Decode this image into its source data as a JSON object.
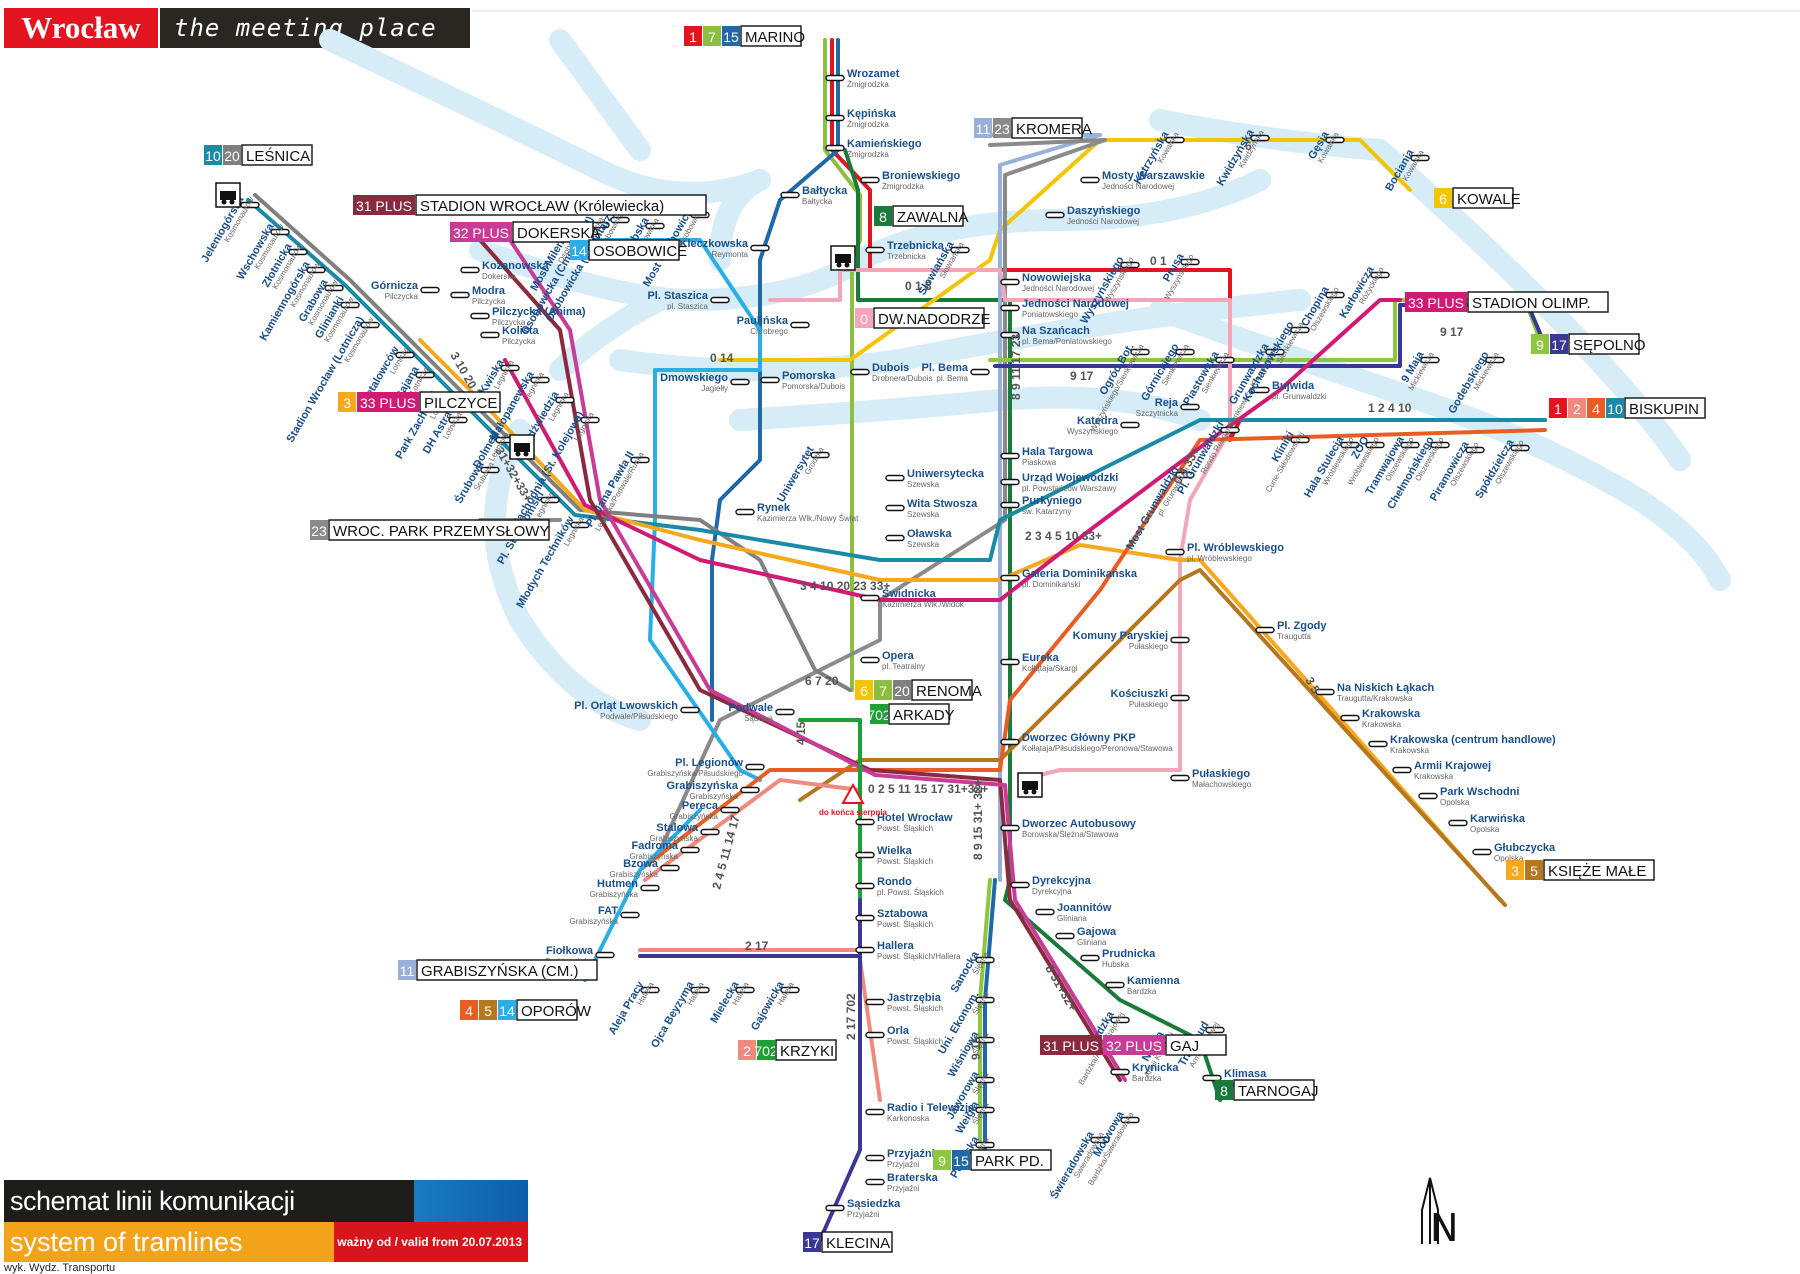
{
  "header": {
    "brand": "Wrocław",
    "slogan": "the meeting place"
  },
  "legend": {
    "title": "schemat linii komunikacji tramwajowej",
    "subtitle": "system of tramlines",
    "valid": "ważny od / valid from 20.07.2013",
    "credit": "wyk. Wydz. Transportu",
    "north": "N"
  },
  "colors": {
    "1": "#e1141f",
    "2": "#f08a7e",
    "3": "#f7a81d",
    "4": "#e85d24",
    "5": "#b5781e",
    "6": "#f2c500",
    "7": "#8cbf3f",
    "8": "#1a7a3a",
    "9": "#8dc63f",
    "10": "#1a8ba6",
    "11": "#9ab0d8",
    "14": "#29aee6",
    "15": "#2069a8",
    "17": "#3a3795",
    "20": "#808080",
    "23": "#8a8a8a",
    "0": "#f3a6b9",
    "31": "#8b2a3e",
    "32": "#c83c97",
    "33": "#d01a73",
    "702": "#1da034",
    "bg": "#d6ecf7"
  },
  "termini": [
    {
      "id": "lesnica",
      "name": "LEŚNICA",
      "lines": [
        "10",
        "20"
      ]
    },
    {
      "id": "stadion",
      "name": "STADION WROCŁAW (Królewiecka)",
      "lines": [
        "31 PLUS"
      ]
    },
    {
      "id": "dokerska",
      "name": "DOKERSKA",
      "lines": [
        "32 PLUS"
      ]
    },
    {
      "id": "marino",
      "name": "MARINO",
      "lines": [
        "1",
        "7",
        "15"
      ]
    },
    {
      "id": "osobowice",
      "name": "OSOBOWICE",
      "lines": [
        "14"
      ]
    },
    {
      "id": "kromera",
      "name": "KROMERA",
      "lines": [
        "11",
        "23"
      ]
    },
    {
      "id": "kowale",
      "name": "KOWALE",
      "lines": [
        "6"
      ]
    },
    {
      "id": "zawalna",
      "name": "ZAWALNA",
      "lines": [
        "8"
      ]
    },
    {
      "id": "dwnadodrze",
      "name": "DW.NADODRZE",
      "lines": [
        "0"
      ]
    },
    {
      "id": "stadionolimp",
      "name": "STADION OLIMP.",
      "lines": [
        "33 PLUS"
      ]
    },
    {
      "id": "sepolno",
      "name": "SĘPOLNO",
      "lines": [
        "9",
        "17"
      ]
    },
    {
      "id": "biskupin",
      "name": "BISKUPIN",
      "lines": [
        "1",
        "2",
        "4",
        "10"
      ]
    },
    {
      "id": "pilczyce",
      "name": "PILCZYCE",
      "lines": [
        "3",
        "33 PLUS"
      ]
    },
    {
      "id": "wrocpark",
      "name": "WROC. PARK PRZEMYSŁOWY",
      "lines": [
        "23"
      ]
    },
    {
      "id": "renoma",
      "name": "RENOMA",
      "lines": [
        "6",
        "7",
        "20"
      ]
    },
    {
      "id": "arkady",
      "name": "ARKADY",
      "lines": [
        "702"
      ]
    },
    {
      "id": "ksiezemale",
      "name": "KSIĘŻE MAŁE",
      "lines": [
        "3",
        "5"
      ]
    },
    {
      "id": "grabiszynska",
      "name": "GRABISZYŃSKA (CM.)",
      "lines": [
        "11"
      ]
    },
    {
      "id": "oporow",
      "name": "OPORÓW",
      "lines": [
        "4",
        "5",
        "14"
      ]
    },
    {
      "id": "krzyki",
      "name": "KRZYKI",
      "lines": [
        "2",
        "702"
      ]
    },
    {
      "id": "gaj",
      "name": "GAJ",
      "lines": [
        "31 PLUS",
        "32 PLUS"
      ]
    },
    {
      "id": "tarnogaj",
      "name": "TARNOGAJ",
      "lines": [
        "8"
      ]
    },
    {
      "id": "parkpd",
      "name": "PARK PD.",
      "lines": [
        "9",
        "15"
      ]
    },
    {
      "id": "klecina",
      "name": "KLECINA",
      "lines": [
        "17"
      ]
    }
  ],
  "stops": [
    {
      "name": "Wrozamet",
      "street": "Żmigrodzka"
    },
    {
      "name": "Kępińska",
      "street": "Żmigrodzka"
    },
    {
      "name": "Kamieńskiego",
      "street": "Żmigrodzka"
    },
    {
      "name": "Bałtycka",
      "street": "Bałtycka"
    },
    {
      "name": "Broniewskiego",
      "street": "Żmigrodzka"
    },
    {
      "name": "Kleczkowska",
      "street": "Reymonta"
    },
    {
      "name": "Trzebnicka",
      "street": "Trzebnicka"
    },
    {
      "name": "Słowiańska",
      "street": "Słowiańska"
    },
    {
      "name": "Mosty Warszawskie",
      "street": "Jedności Narodowej"
    },
    {
      "name": "Daszyńskiego",
      "street": "Jedności Narodowej"
    },
    {
      "name": "Kętrzyńska",
      "street": "Kowalska"
    },
    {
      "name": "Kwidzyńska",
      "street": "Kwidzyńska"
    },
    {
      "name": "Gęsia",
      "street": "Kowalska"
    },
    {
      "name": "Bociania",
      "street": "Kowalska"
    },
    {
      "name": "Wyszyńskiego",
      "street": "Wyszyńskiego"
    },
    {
      "name": "Prusa",
      "street": "Wyszyńskiego"
    },
    {
      "name": "Nowowiejska",
      "street": "Jedności Narodowej"
    },
    {
      "name": "Jedności Narodowej",
      "street": "Poniatowskiego"
    },
    {
      "name": "Na Szańcach",
      "street": "pl. Bema/Poniatowskiego"
    },
    {
      "name": "Ogród Bot.",
      "street": "Wyszyńskiego/Sienkiewicza"
    },
    {
      "name": "Górnickiego",
      "street": "Sienkiewicza"
    },
    {
      "name": "Piastowska",
      "street": "Sienkiewicza"
    },
    {
      "name": "Grunwaldzka",
      "street": "Sienkiewicza/Grunwaldzka"
    },
    {
      "name": "Kochanowskiego",
      "street": "Sienkiewicza"
    },
    {
      "name": "Chopina",
      "street": "Olszewskiego"
    },
    {
      "name": "Karłowicza",
      "street": "Różyckiego"
    },
    {
      "name": "Osobowicka (Cmentarz)",
      "street": "Osobowicka"
    },
    {
      "name": "Osobowicka (Cmentarz II)",
      "street": "Osobowicka"
    },
    {
      "name": "Most Osobowicki",
      "street": "Osobowicka"
    },
    {
      "name": "Most Milenijny",
      "street": "Osobowicka"
    },
    {
      "name": "Serbska",
      "street": "Osobowicka"
    },
    {
      "name": "Pl. Staszica",
      "street": "pl. Staszica"
    },
    {
      "name": "Paulińska",
      "street": "Chrobrego"
    },
    {
      "name": "Dubois",
      "street": "Drobnera/Dubois"
    },
    {
      "name": "Pl. Bema",
      "street": "pl. Bema"
    },
    {
      "name": "Dmowskiego",
      "street": "Jagiełły"
    },
    {
      "name": "Pomorska",
      "street": "Pomorska/Dubois"
    },
    {
      "name": "Bujwida",
      "street": "pl. Grunwaldzki"
    },
    {
      "name": "9 Maja",
      "street": "Mickiewicza"
    },
    {
      "name": "Godebskiego",
      "street": "Mickiewicza"
    },
    {
      "name": "Jeleniogórska",
      "street": "Kosmonautów"
    },
    {
      "name": "Wschowska",
      "street": "Kosmonautów"
    },
    {
      "name": "Złotnicka",
      "street": "Kosmonautów"
    },
    {
      "name": "Kamiennogórska",
      "street": "Kosmonautów"
    },
    {
      "name": "Grabowa",
      "street": "Kosmonautów"
    },
    {
      "name": "Glinianki",
      "street": "Kosmonautów"
    },
    {
      "name": "Stadion Wrocław (Lotnicza)",
      "street": "Kosmonautów"
    },
    {
      "name": "Kozanowska",
      "street": "Dokerska"
    },
    {
      "name": "Górnicza",
      "street": "Pilczycka"
    },
    {
      "name": "Modra",
      "street": "Pilczycka"
    },
    {
      "name": "Pilczycka (Anima)",
      "street": "Pilczycka"
    },
    {
      "name": "Kolista",
      "street": "Pilczycka"
    },
    {
      "name": "Metalowców",
      "street": "Lotnicza"
    },
    {
      "name": "Bajana",
      "street": "Lotnicza"
    },
    {
      "name": "Park Zachodni",
      "street": "Lotnicza"
    },
    {
      "name": "DH Astra",
      "street": "Lotnicza"
    },
    {
      "name": "Kwiska",
      "street": "Legnicka"
    },
    {
      "name": "Małopanewska",
      "street": "Legnicka"
    },
    {
      "name": "Niedźwiedzia",
      "street": "Legnicka"
    },
    {
      "name": "Zachodnia (St. Kolejowa)",
      "street": "Legnicka"
    },
    {
      "name": "Pl. Jana Pawła II",
      "street": "Legnicka/Podwale/Ruska"
    },
    {
      "name": "Dolmed",
      "street": "Legnicka"
    },
    {
      "name": "Śrubowa",
      "street": "Śrubowa"
    },
    {
      "name": "Pl. Strzegomski",
      "street": "Legnicka"
    },
    {
      "name": "Młodych Techników",
      "street": "Legnicka"
    },
    {
      "name": "Katedra",
      "street": "Wyszyńskiego"
    },
    {
      "name": "Reja",
      "street": "Szczytnicka"
    },
    {
      "name": "Pl. Grunwaldzki",
      "street": "Rondo Reagana"
    },
    {
      "name": "Kliniki",
      "street": "Curie-Skłodowskiej"
    },
    {
      "name": "Hala Stulecia",
      "street": "Wróblewskiego"
    },
    {
      "name": "ZOO",
      "street": "Wróblewskiego"
    },
    {
      "name": "Tramwajowa",
      "street": "Olszewskiego"
    },
    {
      "name": "Chełmońskiego",
      "street": "Olszewskiego"
    },
    {
      "name": "Piramowicza",
      "street": "Olszewskiego"
    },
    {
      "name": "Spółdzielcza",
      "street": "Olszewskiego"
    },
    {
      "name": "Uniwersytet",
      "street": "Grodzka"
    },
    {
      "name": "Uniwersytecka",
      "street": "Szewska"
    },
    {
      "name": "Wita Stwosza",
      "street": "Szewska"
    },
    {
      "name": "Oławska",
      "street": "Szewska"
    },
    {
      "name": "Hala Targowa",
      "street": "Piaskowa"
    },
    {
      "name": "Urząd Wojewódzki",
      "street": "pl. Powstańców Warszawy"
    },
    {
      "name": "Purkyniego",
      "street": "św. Katarzyny"
    },
    {
      "name": "Most Grunwaldzki",
      "street": "pl. Grunwaldzki"
    },
    {
      "name": "Rynek",
      "street": "Kazimierza Wlk./Nowy Świat"
    },
    {
      "name": "Pl. Wróblewskiego",
      "street": "pl. Wróblewskiego"
    },
    {
      "name": "Galeria Dominikańska",
      "street": "pl. Dominikański"
    },
    {
      "name": "Świdnicka",
      "street": "Kazimierza Wlk./Widok"
    },
    {
      "name": "Pl. Zgody",
      "street": "Traugutta"
    },
    {
      "name": "Komuny Paryskiej",
      "street": "Pułaskiego"
    },
    {
      "name": "Opera",
      "street": "pl. Teatralny"
    },
    {
      "name": "Eureka",
      "street": "Kołłątaja/Skargi"
    },
    {
      "name": "Kościuszki",
      "street": "Pułaskiego"
    },
    {
      "name": "Na Niskich Łąkach",
      "street": "Traugutta/Krakowska"
    },
    {
      "name": "Krakowska",
      "street": "Krakowska"
    },
    {
      "name": "Pl. Orląt Lwowskich",
      "street": "Podwale/Piłsudskiego"
    },
    {
      "name": "Podwale",
      "street": "Sądowa"
    },
    {
      "name": "Dworzec Główny PKP",
      "street": "Kołłątaja/Piłsudskiego/Peronowa/Stawowa"
    },
    {
      "name": "Krakowska (centrum handlowe)",
      "street": "Krakowska"
    },
    {
      "name": "Armii Krajowej",
      "street": "Krakowska"
    },
    {
      "name": "Pl. Legionów",
      "street": "Grabiszyńska/Piłsudskiego"
    },
    {
      "name": "Pułaskiego",
      "street": "Małachowskiego"
    },
    {
      "name": "Grabiszyńska",
      "street": "Grabiszyńska"
    },
    {
      "name": "Pereca",
      "street": "Grabiszyńska"
    },
    {
      "name": "Stalowa",
      "street": "Grabiszyńska"
    },
    {
      "name": "Fadroma",
      "street": "Grabiszyńska"
    },
    {
      "name": "Bzowa",
      "street": "Grabiszyńska"
    },
    {
      "name": "Hutmen",
      "street": "Grabiszyńska"
    },
    {
      "name": "FAT",
      "street": "Grabiszyńska"
    },
    {
      "name": "Fiołkowa",
      "street": "Grabiszyńska"
    },
    {
      "name": "Hotel Wrocław",
      "street": "Powst. Śląskich"
    },
    {
      "name": "Wielka",
      "street": "Powst. Śląskich"
    },
    {
      "name": "Rondo",
      "street": "pl. Powst. Śląskich"
    },
    {
      "name": "Sztabowa",
      "street": "Powst. Śląskich"
    },
    {
      "name": "Hallera",
      "street": "Powst. Śląskich/Hallera"
    },
    {
      "name": "Dworzec Autobusowy",
      "street": "Borowska/Ślężna/Stawowa"
    },
    {
      "name": "Park Wschodni",
      "street": "Opolska"
    },
    {
      "name": "Karwińska",
      "street": "Opolska"
    },
    {
      "name": "Głubczycka",
      "street": "Opolska"
    },
    {
      "name": "Dyrekcyjna",
      "street": "Dyrekcyjna"
    },
    {
      "name": "Joannitów",
      "street": "Glíniana"
    },
    {
      "name": "Gajowa",
      "street": "Gliniana"
    },
    {
      "name": "Prudnicka",
      "street": "Hubska"
    },
    {
      "name": "Sanocka",
      "street": "Ślężna"
    },
    {
      "name": "Uni. Ekonom.",
      "street": "Ślężna"
    },
    {
      "name": "Kamienna",
      "street": "Bardzka"
    },
    {
      "name": "Wiśniowa",
      "street": "Ślężna"
    },
    {
      "name": "Jaworowa",
      "street": "Ślężna"
    },
    {
      "name": "Weigla",
      "street": "Ślężna"
    },
    {
      "name": "Bardzka",
      "street": "Bardzka/Armii Krajowej"
    },
    {
      "name": "Nyska",
      "street": "Armii Krajowej"
    },
    {
      "name": "Transbud",
      "street": "Armii Krajowej"
    },
    {
      "name": "Krynicka",
      "street": "Bardzka"
    },
    {
      "name": "Klimasa",
      "street": "Tarnogajska"
    },
    {
      "name": "Morwowa",
      "street": "Bardzka/Świeradowska"
    },
    {
      "name": "Świeradowska",
      "street": "Świeradowska"
    },
    {
      "name": "Pułtuska",
      "street": "Ślężna"
    },
    {
      "name": "Aleja Pracy",
      "street": "Hallera"
    },
    {
      "name": "Ojca Beyzyma",
      "street": "Hallera"
    },
    {
      "name": "Mielecka",
      "street": "Hallera"
    },
    {
      "name": "Gajowicka",
      "street": "Hallera"
    },
    {
      "name": "Jastrzębia",
      "street": "Powst. Śląskich"
    },
    {
      "name": "Orla",
      "street": "Powst. Śląskich"
    },
    {
      "name": "Radio i Telewizja",
      "street": "Karkonoska"
    },
    {
      "name": "Przyjaźni",
      "street": "Przyjaźni"
    },
    {
      "name": "Braterska",
      "street": "Przyjaźni"
    },
    {
      "name": "Sąsiedzka",
      "street": "Przyjaźni"
    }
  ],
  "line_labels": [
    {
      "id": "sepolno-lines",
      "text": "9 17"
    },
    {
      "id": "kowale-line",
      "text": "6"
    },
    {
      "id": "biskupin-lines",
      "text": "1 2 4 10"
    },
    {
      "id": "plbema-lines",
      "text": "9 17"
    },
    {
      "id": "nadodrze-lines",
      "text": "0 1 8"
    },
    {
      "id": "prusa-lines",
      "text": "0 1"
    },
    {
      "id": "main-ns-lines",
      "text": "8 9 11 17 23"
    },
    {
      "id": "purkyniego-lines",
      "text": "2 3 4 5 10 33+"
    },
    {
      "id": "swidnicka-lines",
      "text": "3 4 10 20 23 33+"
    },
    {
      "id": "grunwaldzki-lines",
      "text": "0 4 33+"
    },
    {
      "id": "arkady-lines",
      "text": "0 2 5 11 15 17 31+32+"
    },
    {
      "id": "ksiezemale-line",
      "text": "3 5"
    },
    {
      "id": "south-lines",
      "text": "8 9 15 31+ 32+"
    },
    {
      "id": "hallera-lines",
      "text": "2 17"
    },
    {
      "id": "grabiszynska-lines",
      "text": "2 4 5 11 14 17"
    },
    {
      "id": "legnicka-lines",
      "text": "3 10 20 33+"
    },
    {
      "id": "legnicka2-lines",
      "text": "31+32+33+"
    },
    {
      "id": "staszica-lines",
      "text": "0 14"
    },
    {
      "id": "renoma-lines",
      "text": "6 7 20"
    },
    {
      "id": "podwale-lines",
      "text": "4 15"
    },
    {
      "id": "hallera2-lines",
      "text": "2 17 702"
    },
    {
      "id": "gaj-lines",
      "text": "8 31+32+"
    },
    {
      "id": "parkpd-lines",
      "text": "9 15"
    }
  ],
  "notices": {
    "roadworks": "do końca sierpnia"
  }
}
